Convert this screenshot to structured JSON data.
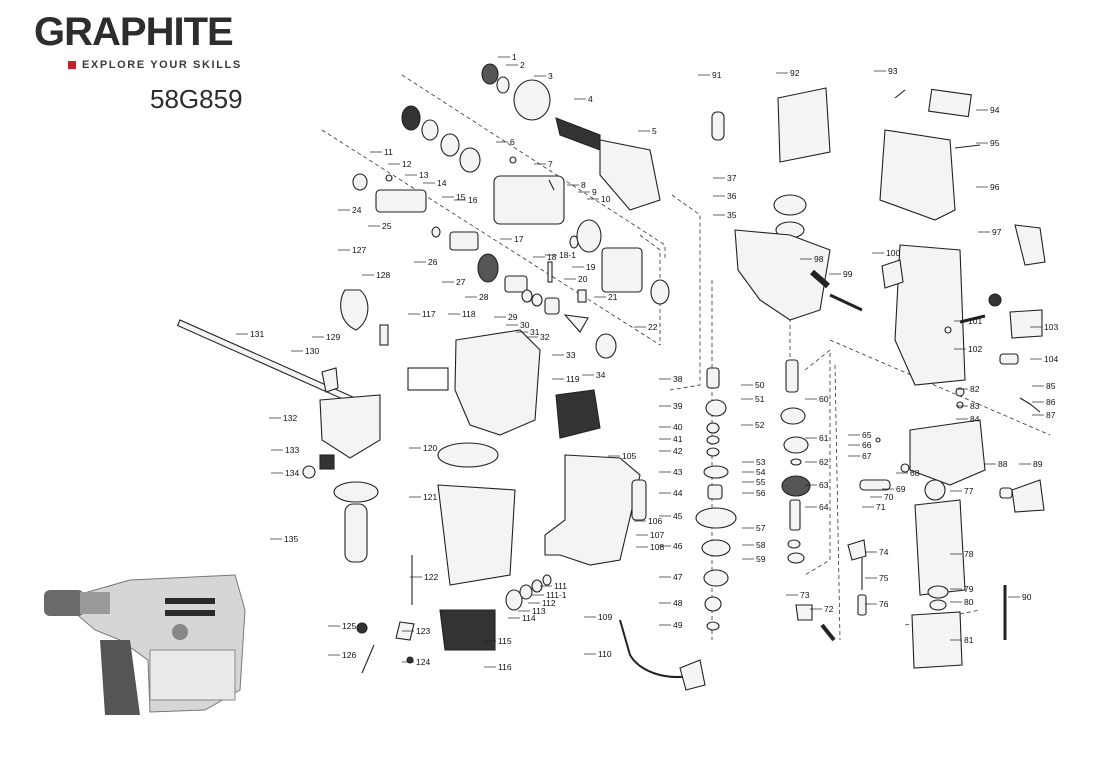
{
  "header": {
    "brand": "GRAPHITE",
    "tagline": "EXPLORE YOUR SKILLS",
    "model": "58G859"
  },
  "colors": {
    "brand_text": "#2d2d2d",
    "accent_red": "#c8202b",
    "line": "#222222"
  },
  "part_labels": [
    "1",
    "2",
    "3",
    "4",
    "5",
    "6",
    "7",
    "8",
    "9",
    "10",
    "11",
    "12",
    "13",
    "14",
    "15",
    "16",
    "17",
    "18",
    "18-1",
    "19",
    "20",
    "21",
    "22",
    "24",
    "25",
    "26",
    "27",
    "28",
    "29",
    "30",
    "31",
    "32",
    "33",
    "34",
    "35",
    "36",
    "37",
    "38",
    "39",
    "40",
    "41",
    "42",
    "43",
    "44",
    "45",
    "46",
    "47",
    "48",
    "49",
    "50",
    "51",
    "52",
    "53",
    "54",
    "55",
    "56",
    "57",
    "58",
    "59",
    "60",
    "61",
    "62",
    "63",
    "64",
    "65",
    "66",
    "67",
    "68",
    "69",
    "70",
    "71",
    "72",
    "73",
    "74",
    "75",
    "76",
    "77",
    "78",
    "79",
    "80",
    "81",
    "82",
    "83",
    "84",
    "85",
    "86",
    "87",
    "88",
    "89",
    "90",
    "91",
    "92",
    "93",
    "94",
    "95",
    "96",
    "97",
    "98",
    "99",
    "100",
    "101",
    "102",
    "103",
    "104",
    "105",
    "106",
    "107",
    "108",
    "109",
    "110",
    "111",
    "111-1",
    "112",
    "113",
    "114",
    "115",
    "116",
    "117",
    "118",
    "119",
    "120",
    "121",
    "122",
    "123",
    "124",
    "125",
    "126",
    "127",
    "128",
    "129",
    "130",
    "131",
    "132",
    "133",
    "134",
    "135"
  ]
}
